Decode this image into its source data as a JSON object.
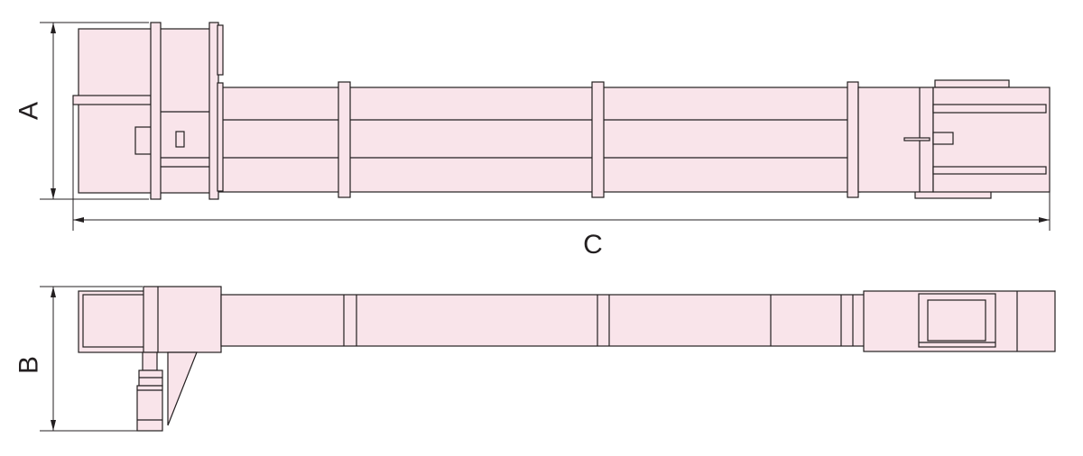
{
  "labels": {
    "A": "A",
    "B": "B",
    "C": "C"
  },
  "colors": {
    "part_fill": "#f9e4ea",
    "line": "#231f20",
    "background": "#ffffff"
  }
}
